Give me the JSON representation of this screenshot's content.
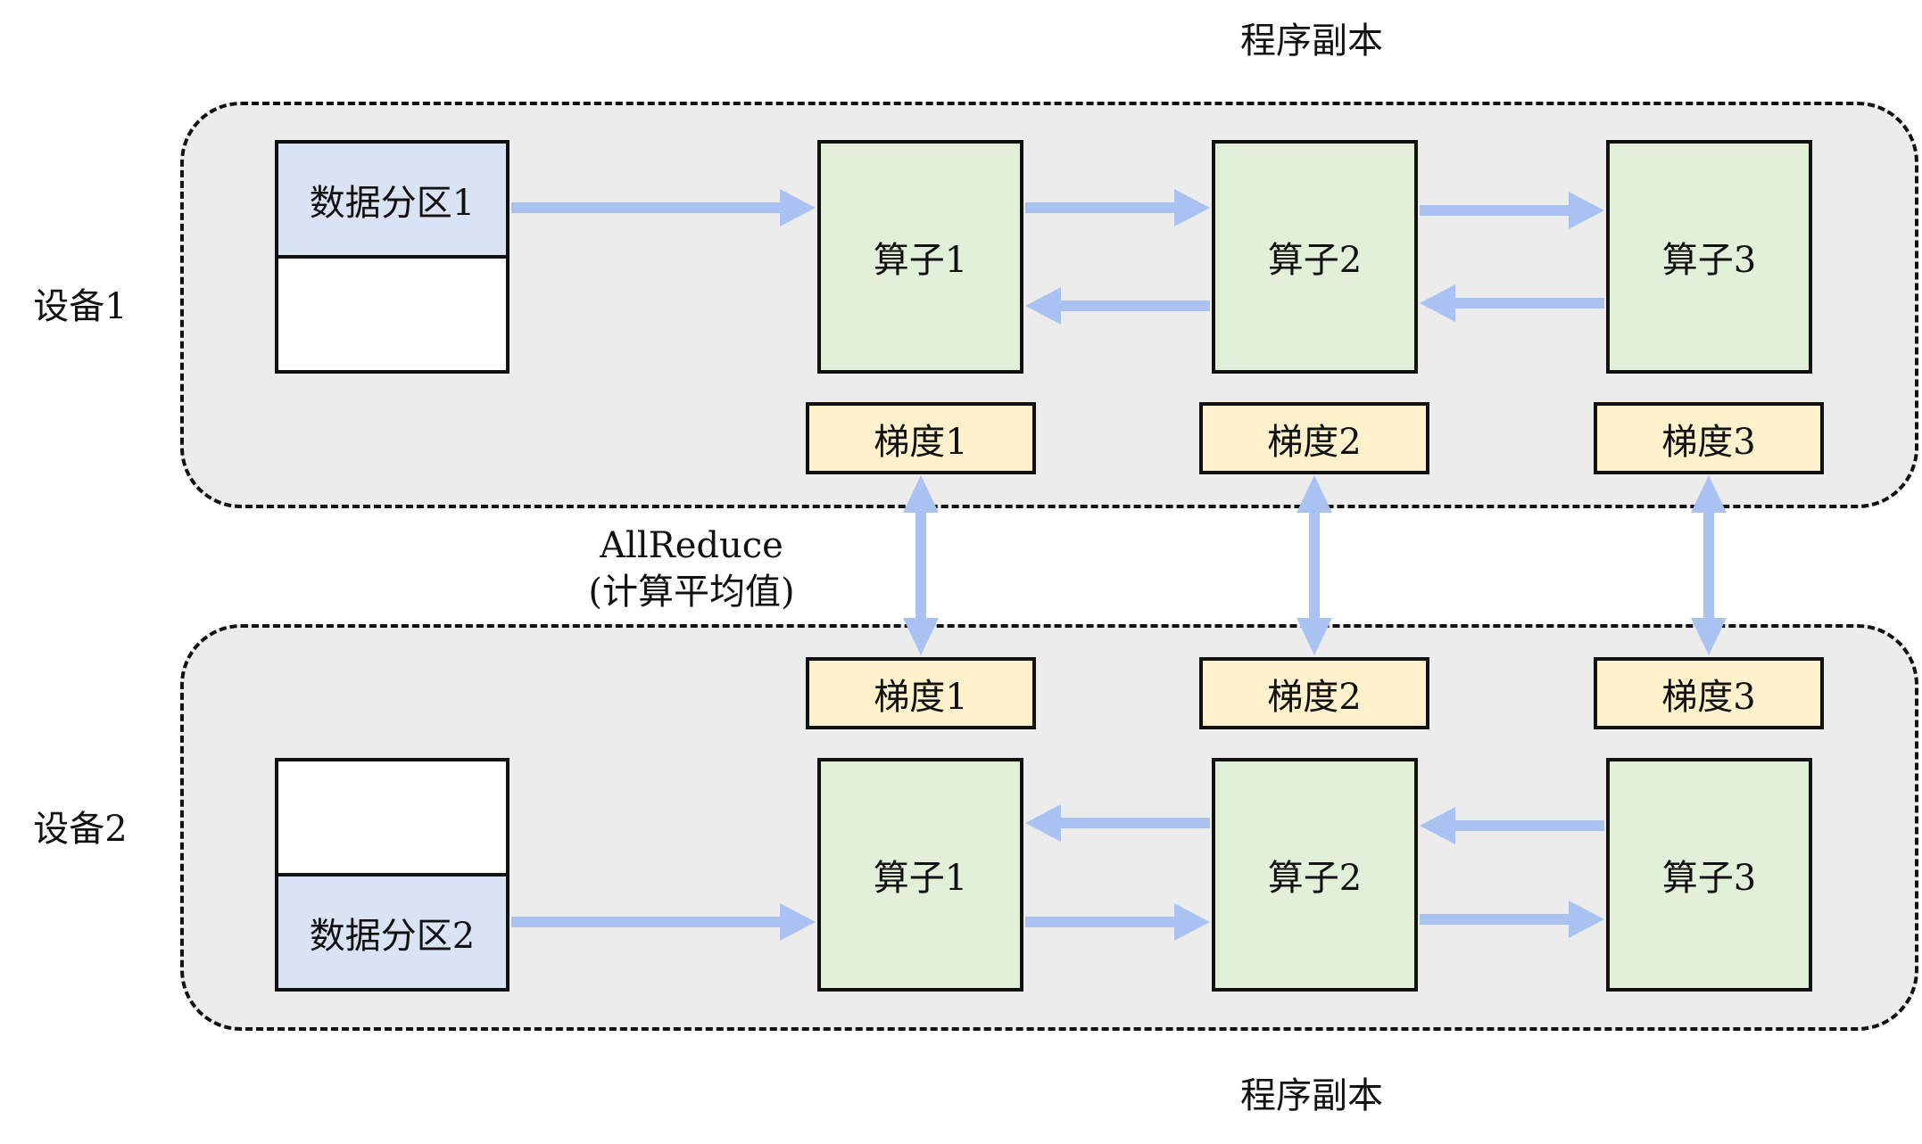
{
  "top_caption": "程序副本",
  "bottom_caption": "程序副本",
  "allreduce": {
    "line1": "AllReduce",
    "line2": "(计算平均值)"
  },
  "devices": [
    {
      "label": "设备1",
      "data_partition": "数据分区1",
      "operators": [
        "算子1",
        "算子2",
        "算子3"
      ],
      "gradients": [
        "梯度1",
        "梯度2",
        "梯度3"
      ]
    },
    {
      "label": "设备2",
      "data_partition": "数据分区2",
      "operators": [
        "算子1",
        "算子2",
        "算子3"
      ],
      "gradients": [
        "梯度1",
        "梯度2",
        "梯度3"
      ]
    }
  ],
  "colors": {
    "arrow": "#a9c2f2",
    "operator_fill": "#e2efd9",
    "gradient_fill": "#fff1cc",
    "data_fill": "#dae3f3",
    "panel_fill": "#ececec"
  }
}
